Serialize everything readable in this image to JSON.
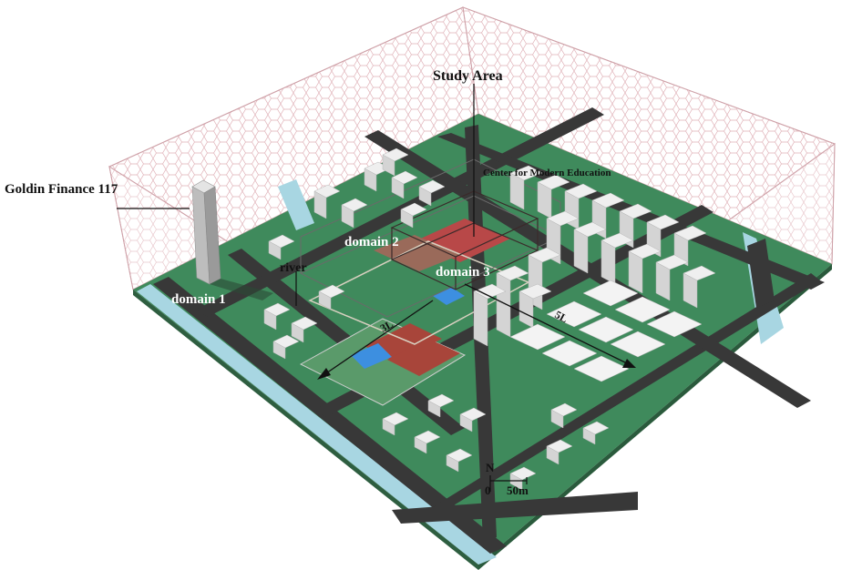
{
  "labels": {
    "study_area": "Study Area",
    "center": "Center for Modern Education",
    "goldin": "Goldin Finance 117",
    "river": "river",
    "domain1": "domain 1",
    "domain2": "domain 2",
    "domain3": "domain 3",
    "three_l": "3L",
    "five_l": "5L",
    "north": "N",
    "scale_zero": "0",
    "scale_len": "50m"
  },
  "colors": {
    "ground": "#3f8a5c",
    "road": "#3a3a3a",
    "water": "#a8d6e2",
    "building": "#eeeeee",
    "building_shade": "#c9c9c9",
    "domain_box": "#d8a0a8",
    "field_red": "#a8453a",
    "pool_blue": "#3d8fe0"
  }
}
